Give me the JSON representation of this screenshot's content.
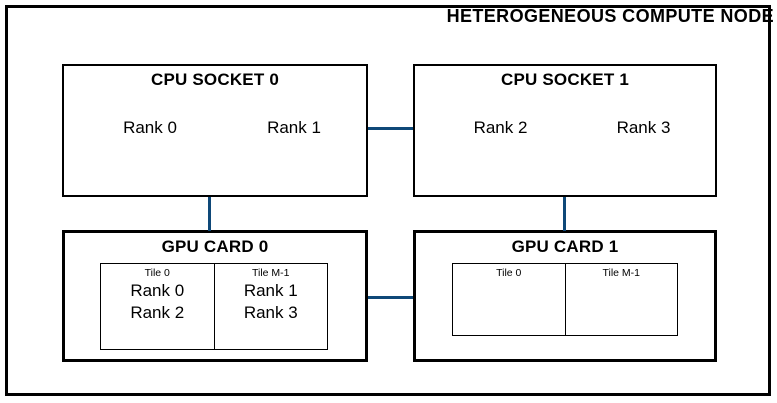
{
  "title": "HETEROGENEOUS COMPUTE NODE",
  "colors": {
    "background": "#ffffff",
    "box_border": "#000000",
    "text": "#000000",
    "connector": "#0e4878"
  },
  "cpu_sockets": [
    {
      "label": "CPU SOCKET 0",
      "ranks": [
        "Rank 0",
        "Rank 1"
      ]
    },
    {
      "label": "CPU SOCKET 1",
      "ranks": [
        "Rank 2",
        "Rank 3"
      ]
    }
  ],
  "gpu_cards": [
    {
      "label": "GPU CARD 0",
      "tiles": [
        {
          "label": "Tile 0",
          "ranks": [
            "Rank 0",
            "Rank 2"
          ]
        },
        {
          "label": "Tile M-1",
          "ranks": [
            "Rank 1",
            "Rank 3"
          ]
        }
      ]
    },
    {
      "label": "GPU CARD 1",
      "tiles": [
        {
          "label": "Tile 0",
          "ranks": []
        },
        {
          "label": "Tile M-1",
          "ranks": []
        }
      ]
    }
  ],
  "connections": [
    {
      "from": "CPU SOCKET 0",
      "to": "CPU SOCKET 1"
    },
    {
      "from": "CPU SOCKET 0",
      "to": "GPU CARD 0"
    },
    {
      "from": "CPU SOCKET 1",
      "to": "GPU CARD 1"
    },
    {
      "from": "GPU CARD 0",
      "to": "GPU CARD 1"
    }
  ]
}
